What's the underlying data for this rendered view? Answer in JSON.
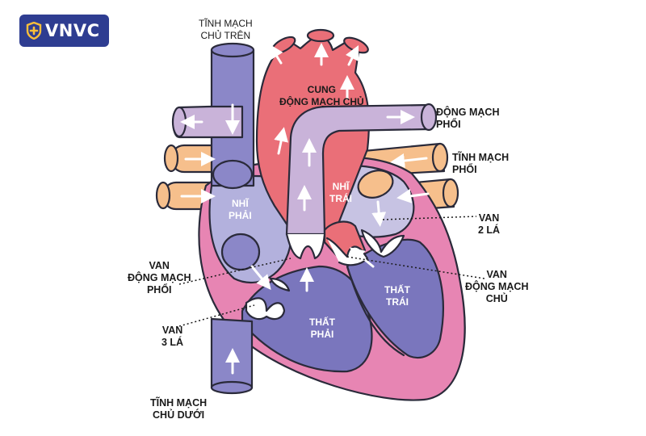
{
  "brand": {
    "name": "VNVC",
    "color": "#2e3d91"
  },
  "labels": {
    "superior_vena_cava": [
      "TĨNH MẠCH",
      "CHỦ TRÊN"
    ],
    "aortic_arch": [
      "CUNG",
      "ĐỘNG MẠCH CHỦ"
    ],
    "pulmonary_artery": [
      "ĐỘNG MẠCH",
      "PHỔI"
    ],
    "pulmonary_vein": [
      "TĨNH MẠCH",
      "PHỔI"
    ],
    "left_atrium": [
      "NHĨ",
      "TRÁI"
    ],
    "right_atrium": [
      "NHĨ",
      "PHẢI"
    ],
    "mitral_valve": [
      "VAN",
      "2 LÁ"
    ],
    "pulmonary_valve": [
      "VAN",
      "ĐỘNG MẠCH",
      "PHỔI"
    ],
    "aortic_valve": [
      "VAN",
      "ĐỘNG MẠCH",
      "CHỦ"
    ],
    "left_ventricle": [
      "THẤT",
      "TRÁI"
    ],
    "right_ventricle": [
      "THẤT",
      "PHẢI"
    ],
    "tricuspid_valve": [
      "VAN",
      "3 LÁ"
    ],
    "inferior_vena_cava": [
      "TĨNH MẠCH",
      "CHỦ DƯỚI"
    ]
  },
  "colors": {
    "vena_cava": "#8b87c8",
    "aorta": "#ea6f78",
    "pulmonary_artery": "#c9b3d9",
    "pulmonary_vein": "#f6bf8c",
    "heart_outer": "#e785b3",
    "heart_inner": "#eaa3c7",
    "atrium_right": "#b3b1dd",
    "atrium_left": "#c7c3e3",
    "ventricle": "#7a76bd",
    "valve": "#ffffff",
    "outline": "#2a2a3a"
  }
}
